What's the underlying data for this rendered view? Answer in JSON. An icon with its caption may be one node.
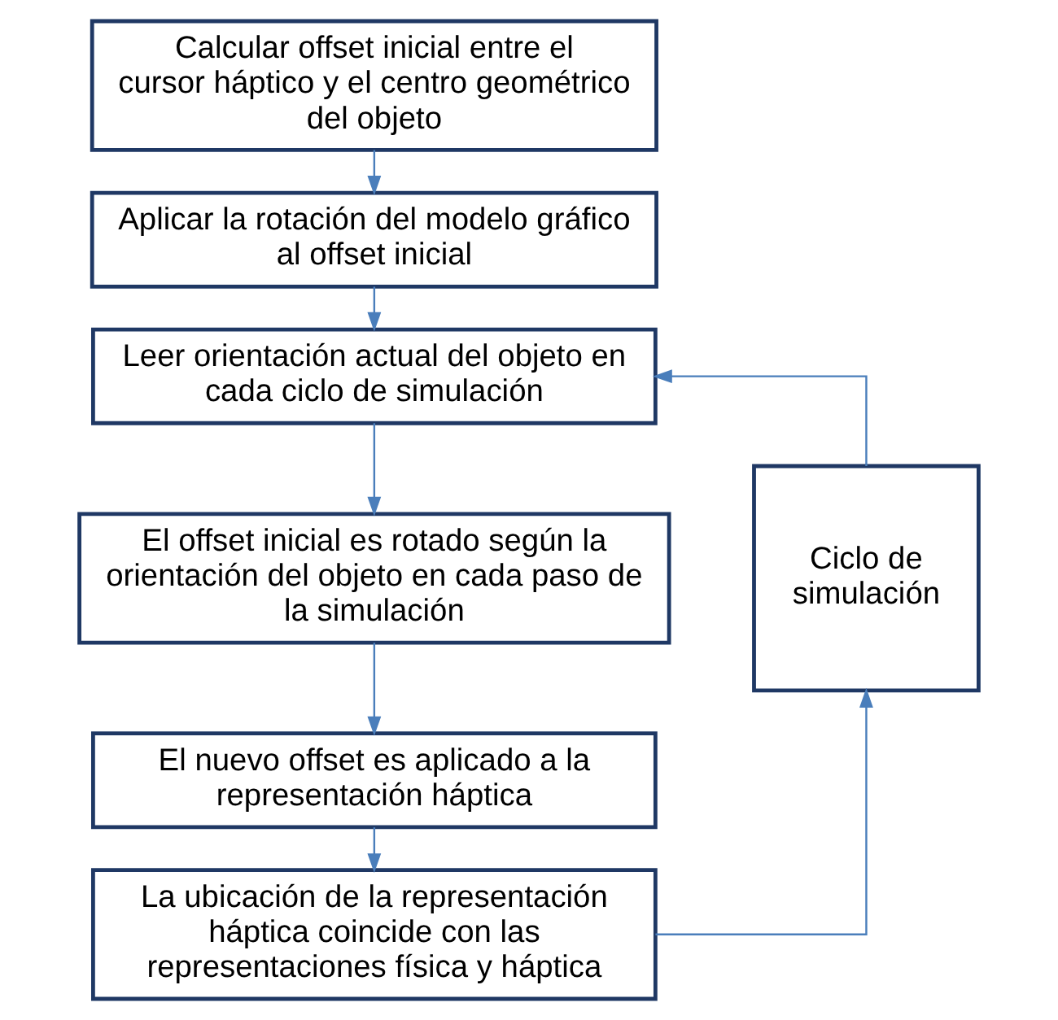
{
  "diagram": {
    "nodes": [
      {
        "text": [
          "Calcular offset inicial entre el cursor háptico y el centro geométrico del objeto"
        ]
      },
      {
        "text": [
          "Aplicar la rotación del modelo gráfico al offset inicial"
        ]
      },
      {
        "text": [
          "Leer orientación actual del objeto en cada ciclo de simulación"
        ]
      },
      {
        "text": [
          "El offset inicial es rotado según la orientación del objeto en cada paso de la simulación"
        ]
      },
      {
        "text": [
          "El nuevo offset es aplicado a la representación háptica"
        ]
      },
      {
        "text": [
          "La ubicación de la representación háptica coincide con las representaciones física y háptica"
        ]
      },
      {
        "text": [
          "Ciclo de simulación"
        ]
      }
    ],
    "edges": [
      {
        "from": 0,
        "to": 1,
        "arrow": "to"
      },
      {
        "from": 1,
        "to": 2,
        "arrow": "to"
      },
      {
        "from": 2,
        "to": 3,
        "arrow": "to"
      },
      {
        "from": 3,
        "to": 4,
        "arrow": "to"
      },
      {
        "from": 4,
        "to": 5,
        "arrow": "to"
      },
      {
        "from": 5,
        "to": 6,
        "arrow": "to"
      },
      {
        "from": 6,
        "to": 2,
        "arrow": "to"
      }
    ]
  }
}
